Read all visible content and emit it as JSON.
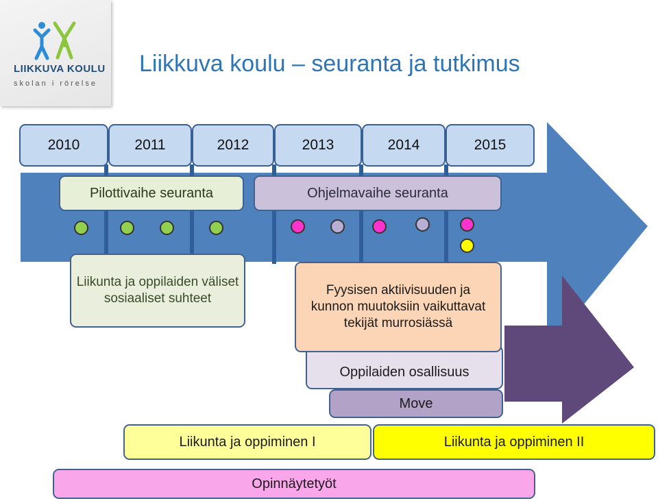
{
  "logo": {
    "line1": "LIIKKUVA KOULU",
    "line2": "skolan i rörelse"
  },
  "title": "Liikkuva koulu – seuranta ja tutkimus",
  "years": [
    "2010",
    "2011",
    "2012",
    "2013",
    "2014",
    "2015"
  ],
  "phases": {
    "pilot": "Pilottivaihe seuranta",
    "program": "Ohjelmavaihe seuranta"
  },
  "measurement_dots": [
    {
      "color": "#92d050"
    },
    {
      "color": "#92d050"
    },
    {
      "color": "#92d050"
    },
    {
      "color": "#92d050"
    },
    {
      "color": "#ff33cc"
    },
    {
      "color": "#b8b0d4"
    },
    {
      "color": "#ff33cc"
    },
    {
      "color": "#b8b0d4"
    },
    {
      "color": "#ff33cc"
    },
    {
      "color": "#ffff00"
    }
  ],
  "studies": {
    "social": "Liikunta ja oppilaiden väliset sosiaaliset suhteet",
    "physical": "Fyysisen aktiivisuuden ja kunnon muutoksiin vaikuttavat tekijät murrosiässä",
    "participation": "Oppilaiden osallisuus",
    "move": "Move",
    "learning1": "Liikunta ja oppiminen I",
    "learning2": "Liikunta ja oppiminen II",
    "theses": "Opinnäytetyöt"
  },
  "colors": {
    "main_arrow": "#4f81bd",
    "purple_arrow": "#5f497a",
    "year_box": "#c5d9f1",
    "title": "#2e75b6"
  }
}
